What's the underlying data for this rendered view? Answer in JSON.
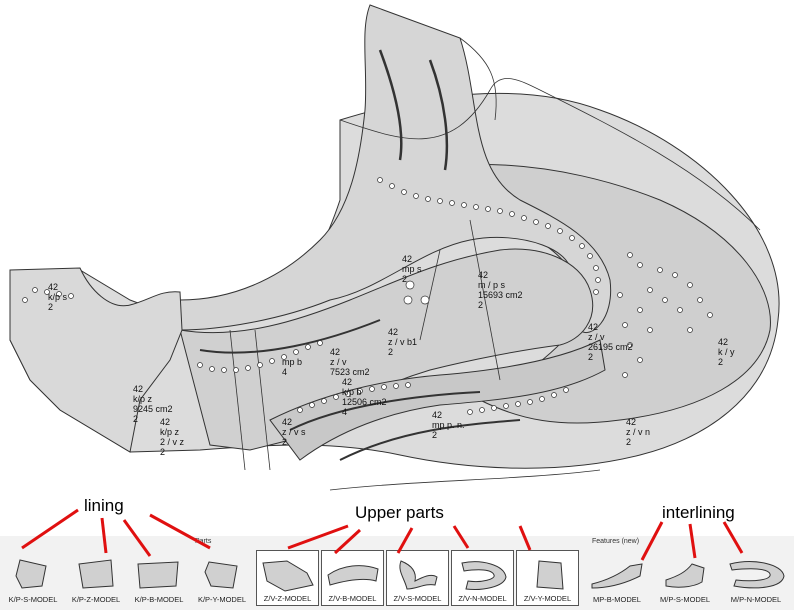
{
  "canvas": {
    "labels": {
      "a": [
        "42",
        "k/p s",
        "2"
      ],
      "b": [
        "42",
        "k/p z",
        "9245 cm2",
        "2"
      ],
      "c": [
        "42",
        "k/p z",
        "2 / v z",
        "2"
      ],
      "d": [
        "42",
        "z / v b1",
        "2"
      ],
      "e": [
        "42",
        "z / v",
        "7523 cm2",
        "mp b",
        "4"
      ],
      "f": [
        "42",
        "k/p b",
        "12506 cm2",
        "4"
      ],
      "g": [
        "42",
        "z / v s",
        "2"
      ],
      "h": [
        "42",
        "mp s",
        "2"
      ],
      "i": [
        "42",
        "m / p s",
        "15693 cm2",
        "2"
      ],
      "j": [
        "42",
        "k / y",
        "2"
      ],
      "k": [
        "42",
        "mp p. n.",
        "2"
      ],
      "l": [
        "42",
        "z / v n",
        "2"
      ],
      "m": [
        "42",
        "z / v",
        "26195 cm2",
        "2"
      ]
    }
  },
  "strip": {
    "parts_header": "Parts",
    "features_header": "Features (new)",
    "items": [
      {
        "label": "K/P-S-MODEL",
        "selected": false
      },
      {
        "label": "K/P-Z-MODEL",
        "selected": false
      },
      {
        "label": "K/P-B-MODEL",
        "selected": false
      },
      {
        "label": "K/P-Y-MODEL",
        "selected": false
      },
      {
        "label": "Z/V-Z-MODEL",
        "selected": true
      },
      {
        "label": "Z/V-B-MODEL",
        "selected": true
      },
      {
        "label": "Z/V-S-MODEL",
        "selected": true
      },
      {
        "label": "Z/V-N-MODEL",
        "selected": true
      },
      {
        "label": "Z/V-Y-MODEL",
        "selected": true
      },
      {
        "label": "MP-B-MODEL",
        "selected": false
      },
      {
        "label": "M/P-S-MODEL",
        "selected": false
      },
      {
        "label": "M/P-N-MODEL",
        "selected": false
      }
    ]
  },
  "annotations": {
    "lining": "lining",
    "upper": "Upper parts",
    "interlining": "interlining"
  },
  "colors": {
    "piece_fill": "#d3d3d3",
    "piece_stroke": "#333333",
    "arrow": "#e01010"
  }
}
